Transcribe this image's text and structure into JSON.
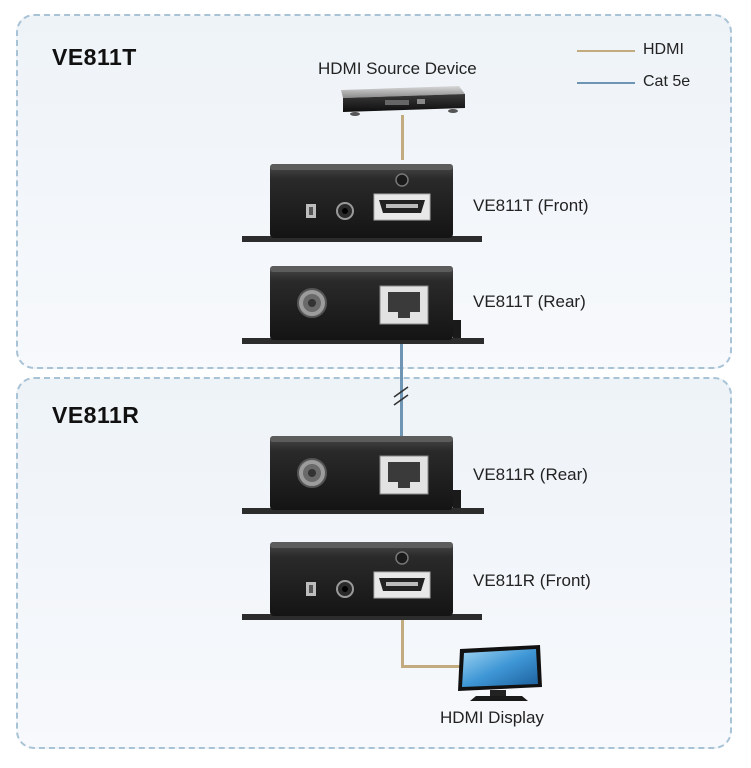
{
  "sections": {
    "transmitter_title": "VE811T",
    "receiver_title": "VE811R"
  },
  "legend": {
    "hdmi": {
      "label": "HDMI",
      "color": "#c2ab7e"
    },
    "cat5e": {
      "label": "Cat 5e",
      "color": "#6f95b5"
    }
  },
  "devices": {
    "source": "HDMI Source Device",
    "tx_front": "VE811T (Front)",
    "tx_rear": "VE811T (Rear)",
    "rx_rear": "VE811R (Rear)",
    "rx_front": "VE811R (Front)",
    "display": "HDMI Display"
  }
}
